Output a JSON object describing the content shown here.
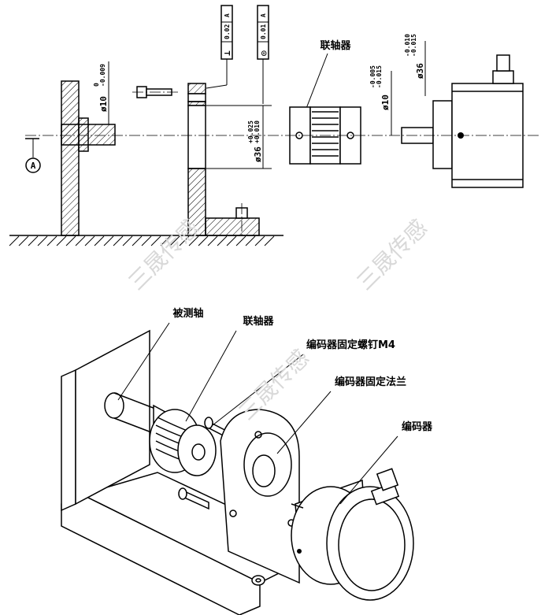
{
  "labels": {
    "coupling_top": "联轴器",
    "shaft": "被测轴",
    "coupling_bottom": "联轴器",
    "screw": "编码器固定螺钉M4",
    "flange": "编码器固定法兰",
    "encoder": "编码器"
  },
  "datum": "A",
  "tolerances": {
    "perp_value": "0.02",
    "perp_ref": "A",
    "conc_value": "0.01",
    "conc_ref": "A",
    "perp_symbol": "⊥",
    "conc_symbol": "◎"
  },
  "dimensions": {
    "shaft_dia": "ø10",
    "shaft_tol_upper": "0",
    "shaft_tol_lower": "-0.009",
    "bore_dia": "ø36",
    "bore_tol_upper": "+0.025",
    "bore_tol_lower": "+0.010",
    "enc_shaft_dia": "ø10",
    "enc_shaft_tol_upper": "-0.005",
    "enc_shaft_tol_lower": "-0.015",
    "enc_spigot_dia": "ø36",
    "enc_spigot_tol_upper": "-0.010",
    "enc_spigot_tol_lower": "-0.015"
  },
  "watermark": [
    "三晟传感",
    "三晟传感",
    "三晟传感"
  ]
}
